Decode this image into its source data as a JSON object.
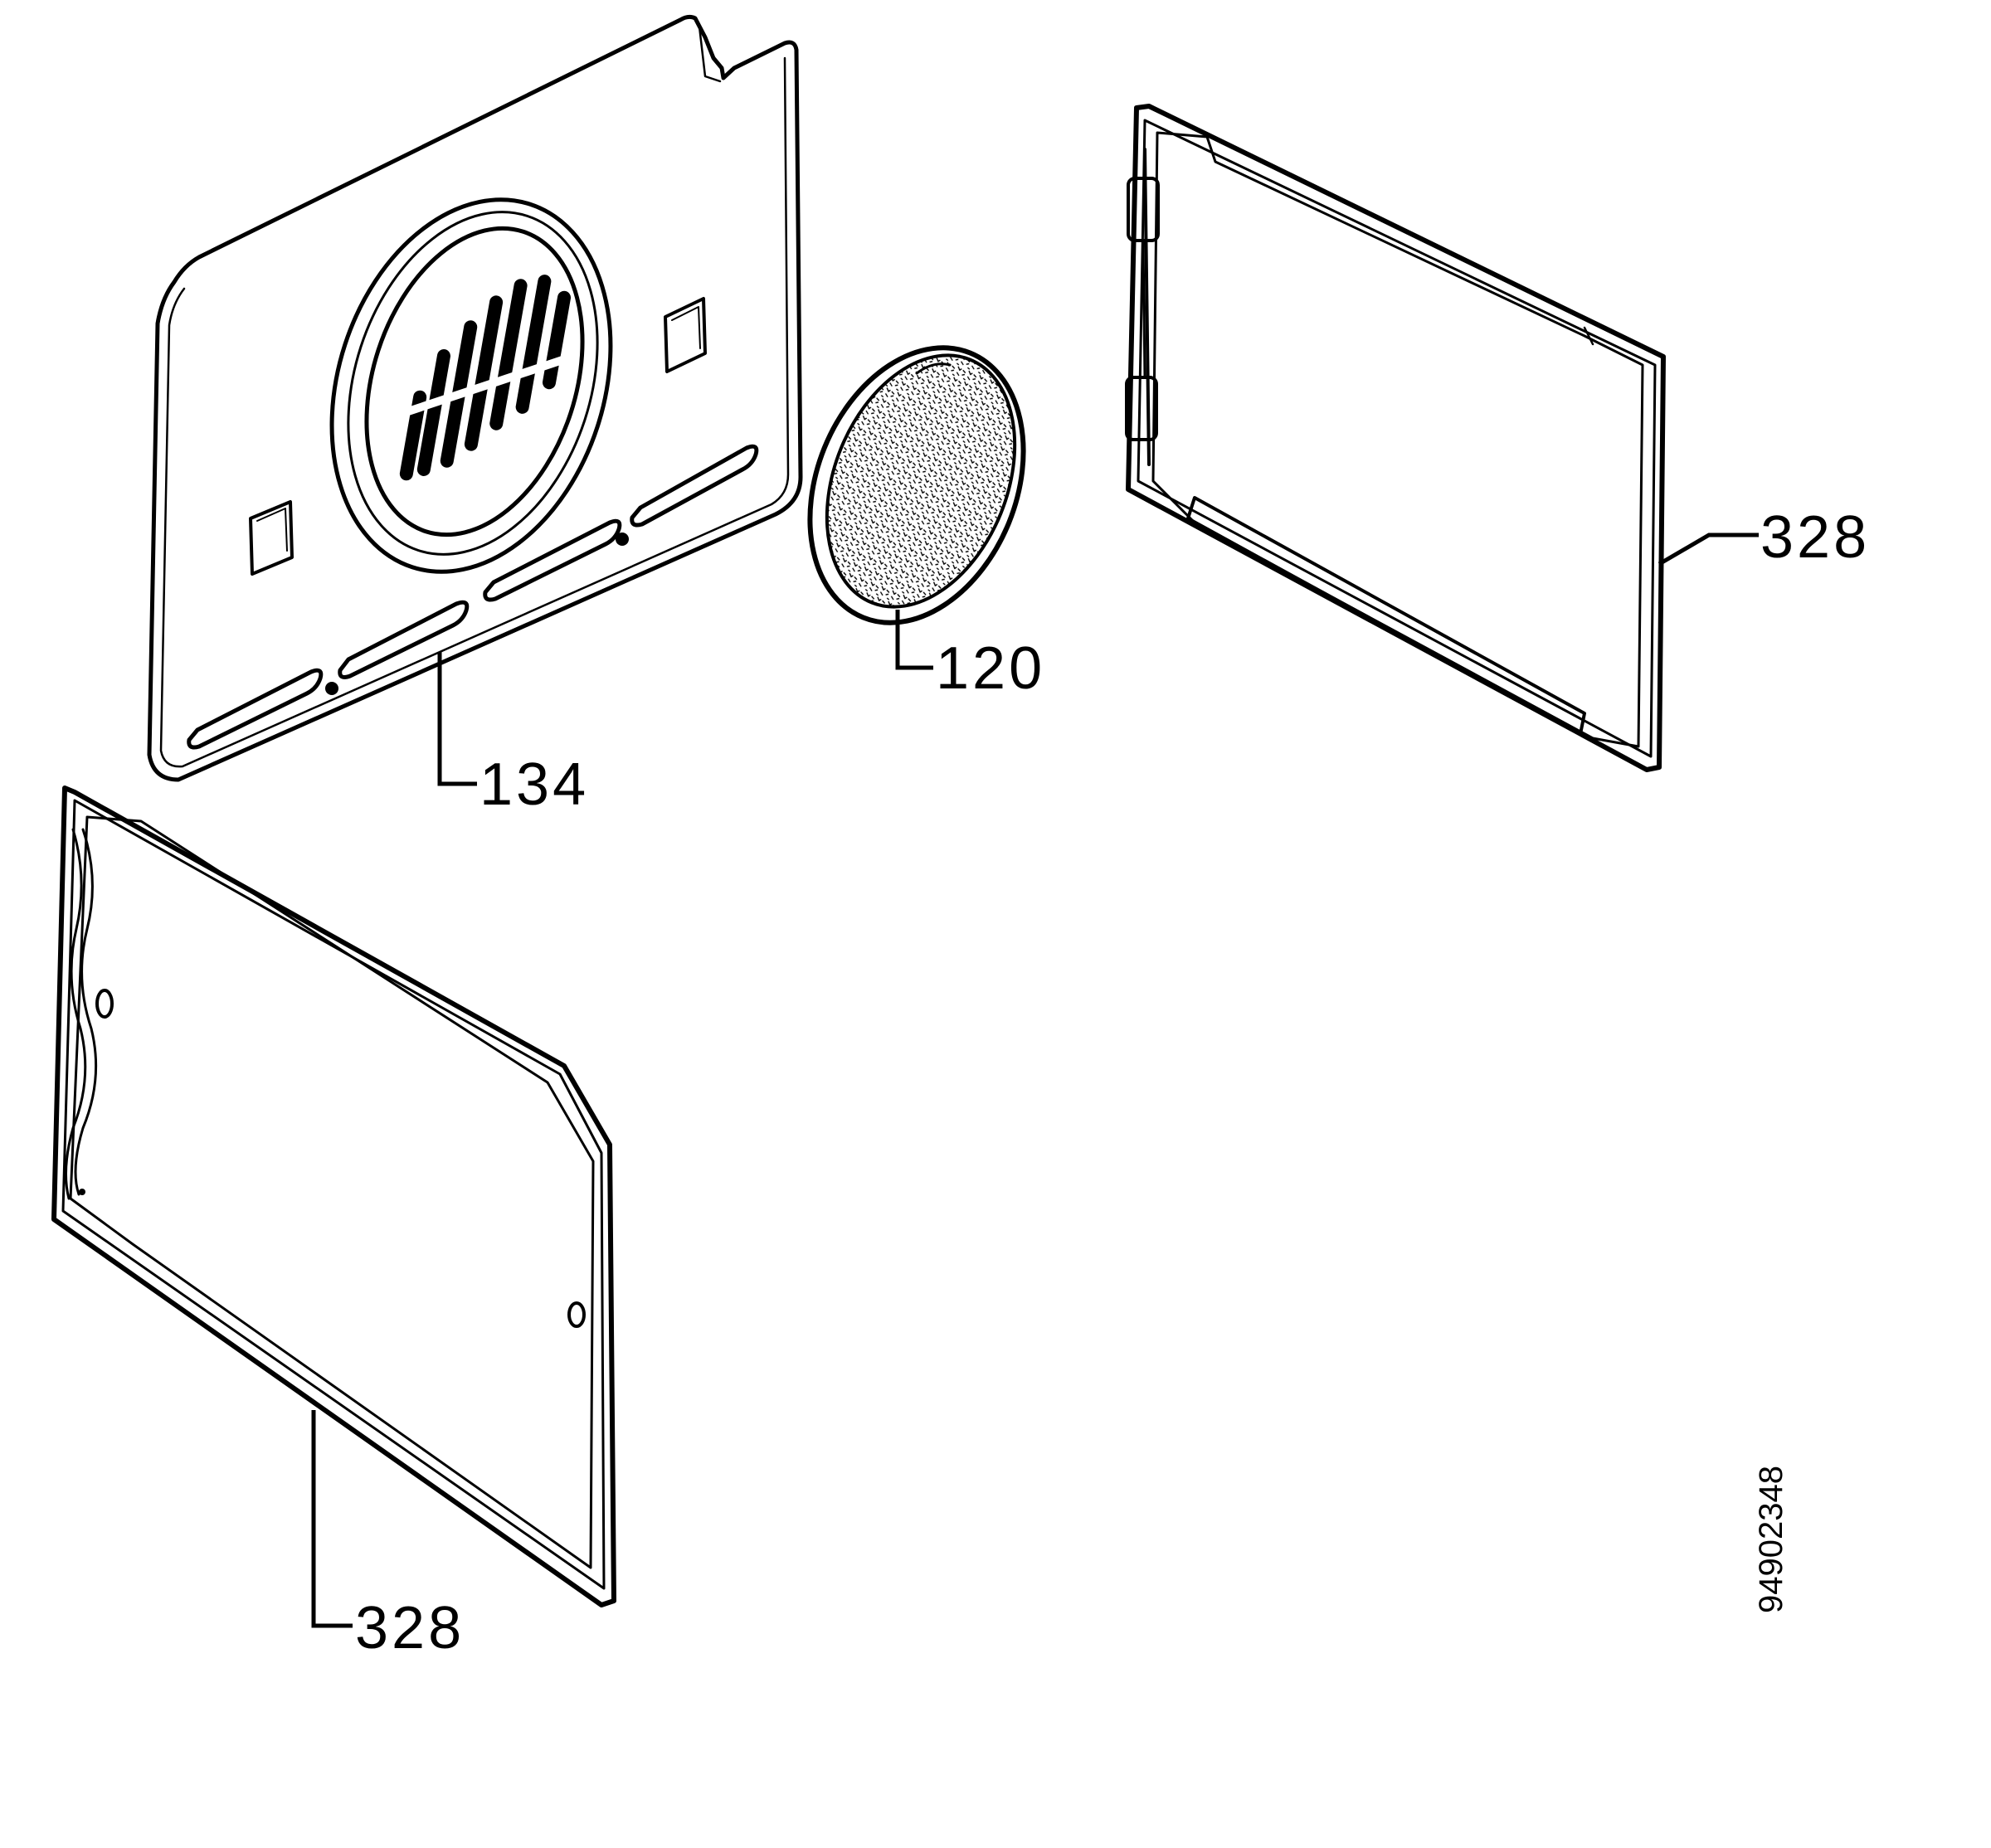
{
  "diagram": {
    "drawing_number": "94902348",
    "callouts": [
      {
        "id": "rear-panel",
        "label": "134"
      },
      {
        "id": "filter",
        "label": "120"
      },
      {
        "id": "seal-right",
        "label": "328"
      },
      {
        "id": "seal-left",
        "label": "328"
      }
    ]
  },
  "colors": {
    "line": "#000000",
    "background": "#ffffff"
  }
}
